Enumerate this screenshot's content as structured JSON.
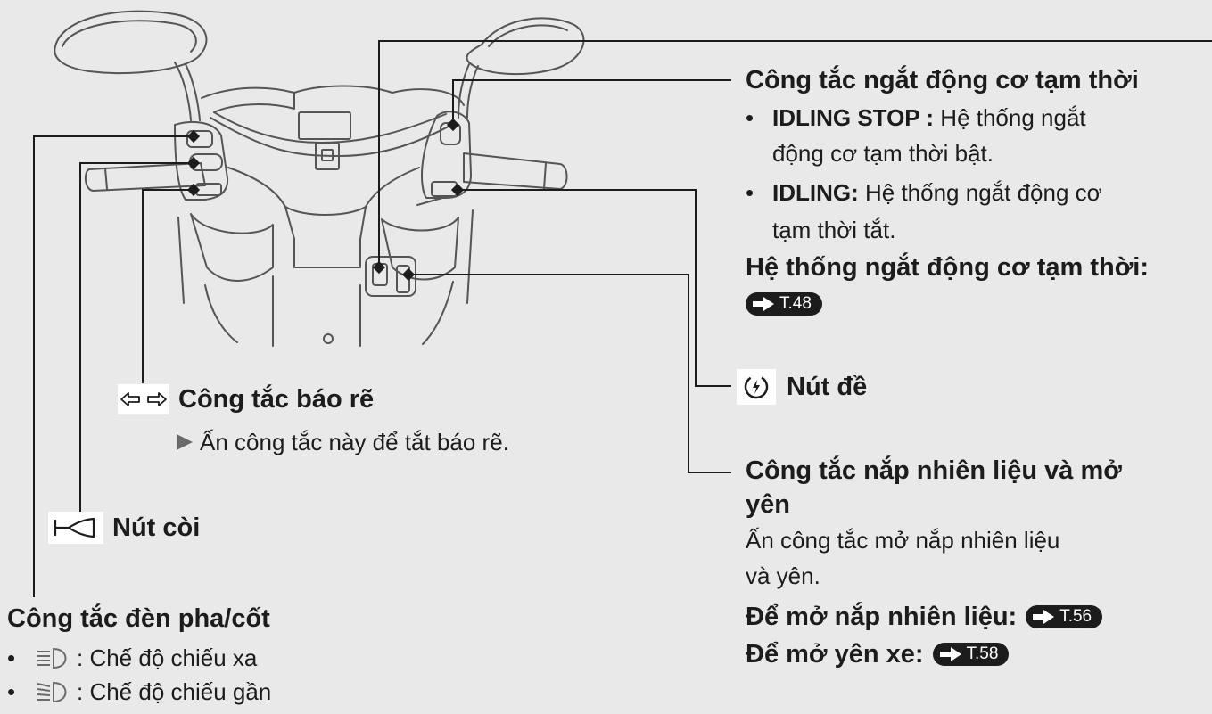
{
  "idle_stop": {
    "title": "Công tắc ngắt động cơ tạm thời",
    "items": [
      {
        "bold": "IDLING STOP :",
        "text": " Hệ thống ngắt",
        "cont": "động cơ tạm thời bật."
      },
      {
        "bold": "IDLING:",
        "text": " Hệ thống ngắt động cơ",
        "cont": "tạm thời tắt."
      }
    ],
    "ref_label": "Hệ thống ngắt động cơ tạm thời:",
    "ref": "T.48"
  },
  "starter": {
    "label": "Nút đề",
    "icon": "starter-icon"
  },
  "fuel_seat": {
    "title_line1": "Công tắc nắp nhiên liệu và mở",
    "title_line2": "yên",
    "desc_line1": "Ấn công tắc mở nắp nhiên liệu",
    "desc_line2": "và yên.",
    "fuel_ref_label": "Để mở nắp nhiên liệu:",
    "fuel_ref": "T.56",
    "seat_ref_label": "Để mở yên xe:",
    "seat_ref": "T.58"
  },
  "turn_signal": {
    "title": "Công tắc báo rẽ",
    "note": "Ấn công tắc này để tắt báo rẽ.",
    "icon": "turn-signal-icon"
  },
  "horn": {
    "label": "Nút còi",
    "icon": "horn-icon"
  },
  "headlight": {
    "title": "Công tắc đèn pha/cốt",
    "items": [
      {
        "icon": "high-beam-icon",
        "text": ": Chế độ chiếu xa"
      },
      {
        "icon": "low-beam-icon",
        "text": ": Chế độ chiếu gần"
      }
    ]
  },
  "colors": {
    "background": "#e9e9e9",
    "text": "#1c1c1c",
    "line": "#1c1c1c",
    "drawing": "#555555"
  }
}
